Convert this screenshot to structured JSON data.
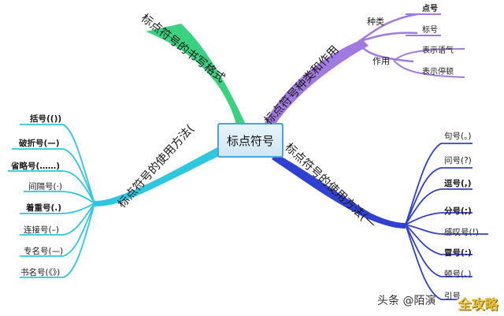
{
  "center": {
    "title": "标点符号"
  },
  "branches": {
    "writing_format": {
      "title": "标点符号的书写格式",
      "color": "#2fd07a"
    },
    "types_and_functions": {
      "title": "标点符号种类和作用",
      "color": "#a07ae0",
      "types": {
        "label": "种类",
        "items": [
          "点号",
          "标号"
        ]
      },
      "functions": {
        "label": "作用",
        "items": [
          "表示语气",
          "表示停顿"
        ]
      }
    },
    "usage_one": {
      "title": "标点符号的使用方法(一",
      "color": "#3040d0",
      "items": [
        "句号(。)",
        "问号(?)",
        "逗号(,)",
        "分号(;)",
        "感叹号(!)",
        "冒号(:)",
        "顿号(、)",
        "引号"
      ]
    },
    "usage_two": {
      "title": "标点符号的使用方法(",
      "color": "#2fc6e0",
      "items": [
        "括号(())",
        "破折号(—)",
        "省略号(……)",
        "间隔号(·)",
        "着重号(.)",
        "连接号(–)",
        "专名号(—)",
        "书名号(《》)"
      ]
    }
  },
  "watermark": {
    "text": "头条 @陌演",
    "logo": "全攻略"
  }
}
